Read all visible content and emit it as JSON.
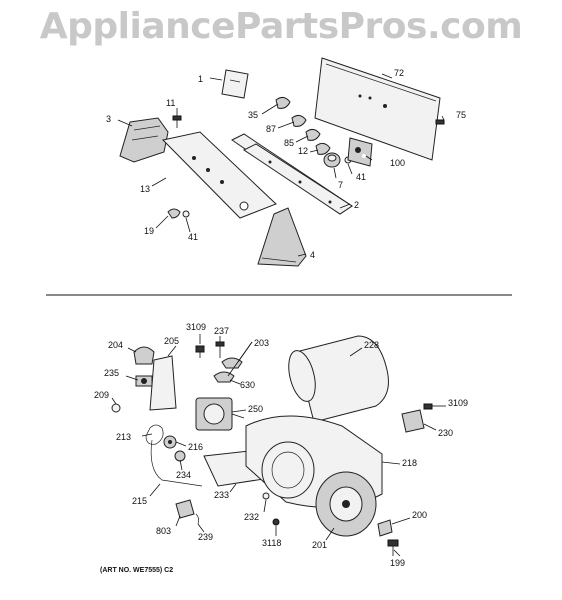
{
  "watermark": "AppliancePartsPros.com",
  "art_number": "(ART NO. WE7555) C2",
  "upper_section": {
    "callouts": [
      "1",
      "72",
      "11",
      "3",
      "35",
      "87",
      "75",
      "85",
      "12",
      "100",
      "13",
      "41",
      "7",
      "2",
      "19",
      "41",
      "4"
    ]
  },
  "lower_section": {
    "callouts": [
      "3109",
      "237",
      "204",
      "205",
      "203",
      "228",
      "235",
      "630",
      "209",
      "250",
      "3109",
      "213",
      "216",
      "230",
      "234",
      "218",
      "215",
      "233",
      "200",
      "803",
      "239",
      "232",
      "3118",
      "201",
      "199"
    ]
  }
}
